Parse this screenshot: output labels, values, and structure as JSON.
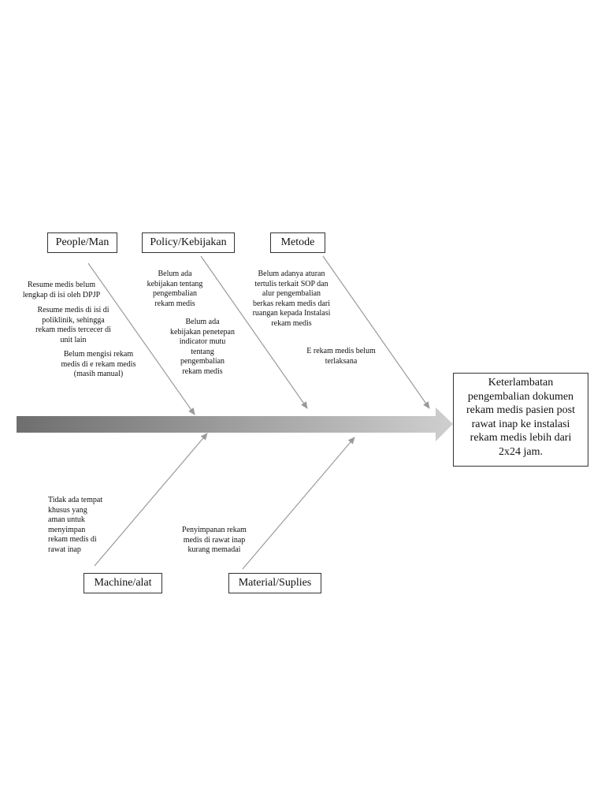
{
  "categories": {
    "people": "People/Man",
    "policy": "Policy/Kebijakan",
    "method": "Metode",
    "machine": "Machine/alat",
    "material": "Material/Suplies"
  },
  "causes": {
    "people_1": "Resume medis belum\nlengkap di isi oleh DPJP",
    "people_2": "Resume medis di isi di\npoliklinik, sehingga\nrekam medis tercecer di\nunit lain",
    "people_3": "Belum mengisi rekam\nmedis di e rekam medis\n(masih manual)",
    "policy_1": "Belum ada\nkebijakan tentang\npengembalian\nrekam medis",
    "policy_2": "Belum ada\nkebijakan penetepan\nindicator mutu\ntentang\npengembalian\nrekam medis",
    "method_1": "Belum adanya aturan\ntertulis terkait SOP dan\nalur pengembalian\nberkas rekam medis dari\nruangan kepada Instalasi\nrekam medis",
    "method_2": "E rekam medis belum\nterlaksana",
    "machine_1": "Tidak ada tempat\nkhusus yang\naman untuk\nmenyimpan\nrekam medis di\nrawat inap",
    "material_1": "Penyimpanan rekam\nmedis di rawat inap\nkurang memadai"
  },
  "effect": "Keterlambatan\npengembalian dokumen\nrekam medis pasien post\nrawat inap ke instalasi\nrekam medis lebih dari\n2x24  jam.",
  "colors": {
    "spine_start": "#6e6e6e",
    "spine_end": "#cfcfcf",
    "bone": "#9a9a9a",
    "border": "#333333"
  }
}
